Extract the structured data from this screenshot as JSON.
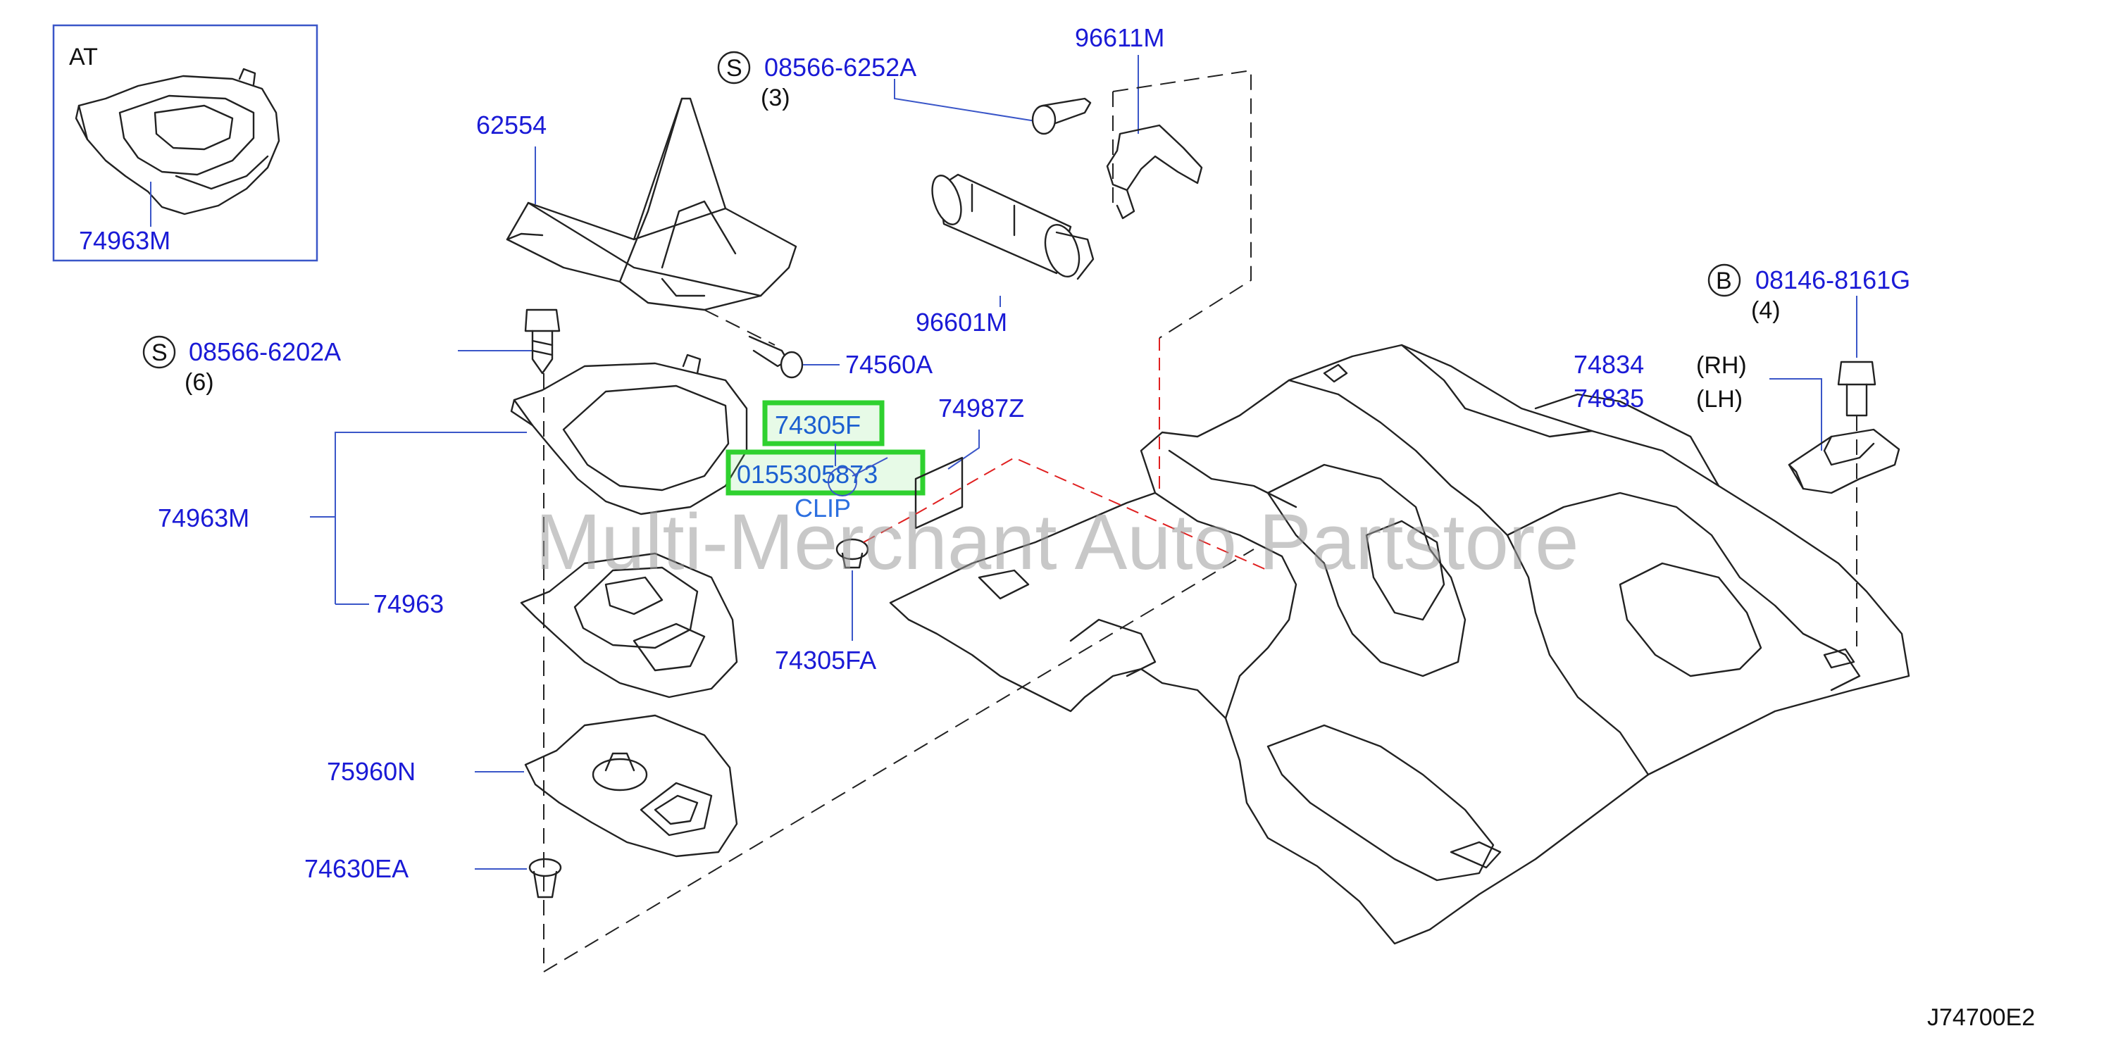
{
  "inset": {
    "title": "AT",
    "part": "74963M"
  },
  "labels": {
    "p62554": "62554",
    "p96611M": "96611M",
    "p96601M": "96601M",
    "p74560A": "74560A",
    "p74963M": "74963M",
    "p74963": "74963",
    "p75960N": "75960N",
    "p74630EA": "74630EA",
    "p74305FA": "74305FA",
    "p74987Z": "74987Z",
    "p74834": "74834",
    "p74835": "74835",
    "rh": "(RH)",
    "lh": "(LH)"
  },
  "screws": {
    "top": {
      "letter": "S",
      "part": "08566-6252A",
      "qty": "(3)"
    },
    "left": {
      "letter": "S",
      "part": "08566-6202A",
      "qty": "(6)"
    },
    "bolt": {
      "letter": "B",
      "part": "08146-8161G",
      "qty": "(4)"
    }
  },
  "highlighted": {
    "part1": "74305F",
    "part2": "0155305873",
    "note": "CLIP"
  },
  "watermark": "Multi-Merchant Auto Partstore",
  "diagram_code": "J74700E2",
  "colors": {
    "label": "#1a1ad6",
    "highlight_box": "#2fd12f",
    "leader": "#3a56c8",
    "red_dash": "#e02020"
  }
}
